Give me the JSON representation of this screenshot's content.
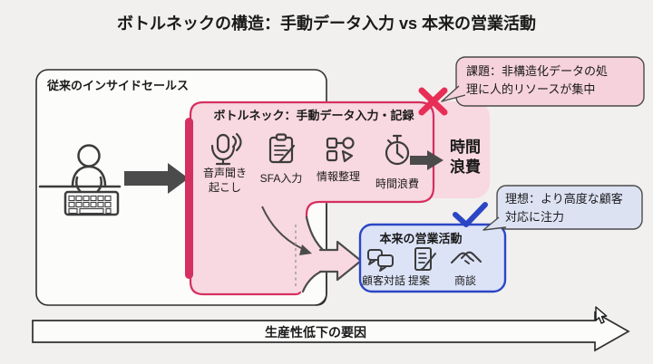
{
  "title": "ボトルネックの構造：手動データ入力 vs 本来の営業活動",
  "legacy_box": {
    "label": "従来のインサイドセールス"
  },
  "bottleneck": {
    "header": "ボトルネック：手動データ入力・記録",
    "items": [
      {
        "icon": "microphone-icon",
        "label_lines": [
          "音声聞き",
          "起こし"
        ]
      },
      {
        "icon": "clipboard-pencil-icon",
        "label": "SFA入力"
      },
      {
        "icon": "organize-icon",
        "label": "情報整理"
      },
      {
        "icon": "stopwatch-icon",
        "label": "時間浪費"
      }
    ],
    "result_lines": [
      "時間",
      "浪費"
    ]
  },
  "issue_callout": {
    "lines": [
      "課題：非構造化データの処",
      "理に人的リソースが集中"
    ]
  },
  "ideal_callout": {
    "lines": [
      "理想：より高度な顧客",
      "対応に注力"
    ]
  },
  "sales_box": {
    "title": "本来の営業活動",
    "items": [
      {
        "icon": "chat-bubbles-icon",
        "label": "顧客対話"
      },
      {
        "icon": "document-pencil-icon",
        "label": "提案"
      },
      {
        "icon": "handshake-icon",
        "label": "商談"
      }
    ]
  },
  "bottom_arrow": {
    "label": "生産性低下の要因"
  },
  "colors": {
    "background": "#f1f0ee",
    "crimson_accent": "#d5305f",
    "x_mark": "#e72e57",
    "pink_fill": "#f8d8e1",
    "issue_callout_fill": "#f6d2dc",
    "blue_accent": "#2b46c5",
    "blue_fill": "#dce3f7",
    "dark_arrow": "#4b4b4b",
    "box_stroke": "#2f2f2f"
  }
}
